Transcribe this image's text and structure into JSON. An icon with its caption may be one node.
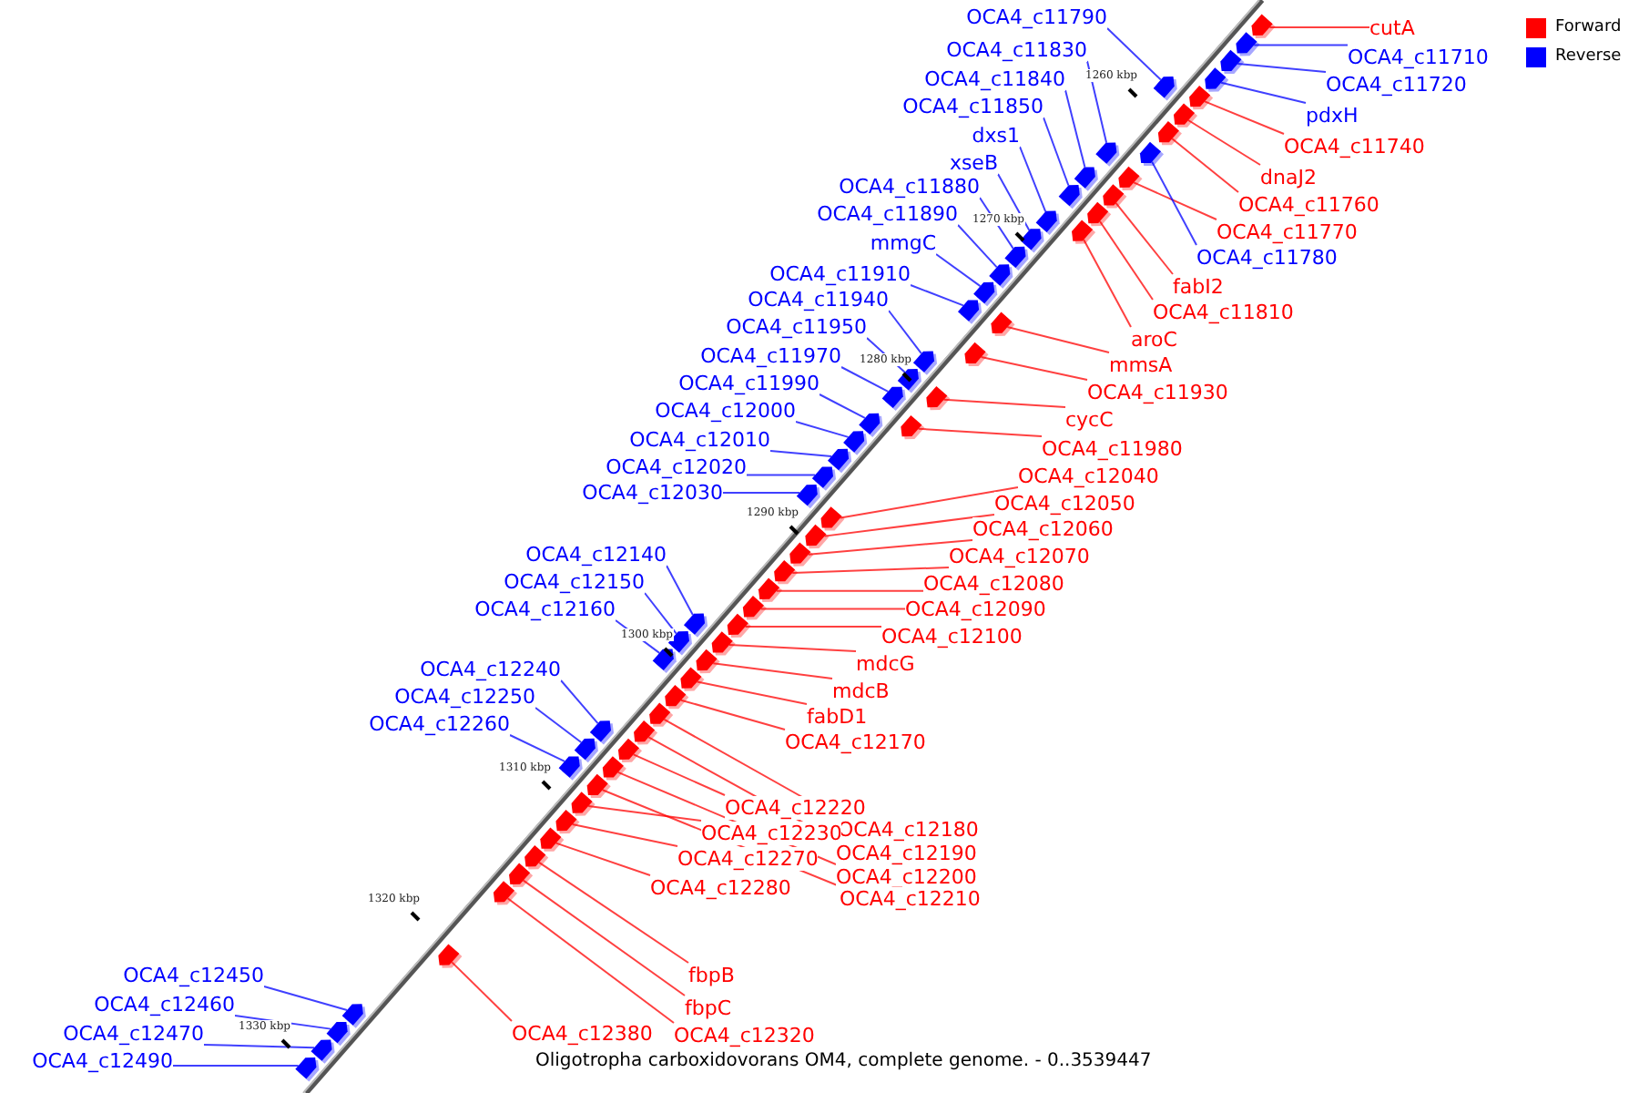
{
  "diagram": {
    "caption": "Oligotropha carboxidovorans OM4, complete genome. - 0..3539447",
    "nodes": [
      {
        "text": [
          "cutA"
        ]
      },
      {
        "text": [
          "OCA4_c11790"
        ]
      },
      {
        "text": [
          "OCA4_c11710"
        ]
      },
      {
        "text": [
          "OCA4_c11830"
        ]
      },
      {
        "text": [
          "OCA4_c11840"
        ]
      },
      {
        "text": [
          "OCA4_c11720"
        ]
      },
      {
        "text": [
          "OCA4_c11850"
        ]
      },
      {
        "text": [
          "pdxH"
        ]
      },
      {
        "text": [
          "dxs1"
        ]
      },
      {
        "text": [
          "OCA4_c11740"
        ]
      },
      {
        "text": [
          "xseB"
        ]
      },
      {
        "text": [
          "dnaJ2"
        ]
      },
      {
        "text": [
          "OCA4_c11880"
        ]
      },
      {
        "text": [
          "OCA4_c11760"
        ]
      },
      {
        "text": [
          "OCA4_c11890"
        ]
      },
      {
        "text": [
          "OCA4_c11770"
        ]
      },
      {
        "text": [
          "mmgC"
        ]
      },
      {
        "text": [
          "OCA4_c11780"
        ]
      },
      {
        "text": [
          "OCA4_c11910"
        ]
      },
      {
        "text": [
          "fabI2"
        ]
      },
      {
        "text": [
          "OCA4_c11940"
        ]
      },
      {
        "text": [
          "OCA4_c11810"
        ]
      },
      {
        "text": [
          "OCA4_c11950"
        ]
      },
      {
        "text": [
          "aroC"
        ]
      },
      {
        "text": [
          "OCA4_c11970"
        ]
      },
      {
        "text": [
          "mmsA"
        ]
      },
      {
        "text": [
          "OCA4_c11990"
        ]
      },
      {
        "text": [
          "OCA4_c11930"
        ]
      },
      {
        "text": [
          "OCA4_c12000"
        ]
      },
      {
        "text": [
          "cycC"
        ]
      },
      {
        "text": [
          "OCA4_c12010"
        ]
      },
      {
        "text": [
          "OCA4_c11980"
        ]
      },
      {
        "text": [
          "OCA4_c12020"
        ]
      },
      {
        "text": [
          "OCA4_c12040"
        ]
      },
      {
        "text": [
          "OCA4_c12030"
        ]
      },
      {
        "text": [
          "OCA4_c12050"
        ]
      },
      {
        "text": [
          "OCA4_c12060"
        ]
      },
      {
        "text": [
          "OCA4_c12140"
        ]
      },
      {
        "text": [
          "OCA4_c12070"
        ]
      },
      {
        "text": [
          "OCA4_c12150"
        ]
      },
      {
        "text": [
          "OCA4_c12080"
        ]
      },
      {
        "text": [
          "OCA4_c12160"
        ]
      },
      {
        "text": [
          "OCA4_c12090"
        ]
      },
      {
        "text": [
          "OCA4_c12100"
        ]
      },
      {
        "text": [
          "mdcG"
        ]
      },
      {
        "text": [
          "OCA4_c12240"
        ]
      },
      {
        "text": [
          "mdcB"
        ]
      },
      {
        "text": [
          "OCA4_c12250"
        ]
      },
      {
        "text": [
          "fabD1"
        ]
      },
      {
        "text": [
          "OCA4_c12260"
        ]
      },
      {
        "text": [
          "OCA4_c12170"
        ]
      },
      {
        "text": [
          "OCA4_c12220"
        ]
      },
      {
        "text": [
          "OCA4_c12180"
        ]
      },
      {
        "text": [
          "OCA4_c12230"
        ]
      },
      {
        "text": [
          "OCA4_c12190"
        ]
      },
      {
        "text": [
          "OCA4_c12270"
        ]
      },
      {
        "text": [
          "OCA4_c12200"
        ]
      },
      {
        "text": [
          "OCA4_c12280"
        ]
      },
      {
        "text": [
          "OCA4_c12210"
        ]
      },
      {
        "text": [
          "fbpB"
        ]
      },
      {
        "text": [
          "OCA4_c12450"
        ]
      },
      {
        "text": [
          "OCA4_c12460"
        ]
      },
      {
        "text": [
          "fbpC"
        ]
      },
      {
        "text": [
          "OCA4_c12380"
        ]
      },
      {
        "text": [
          "OCA4_c12470"
        ]
      },
      {
        "text": [
          "OCA4_c12320"
        ]
      },
      {
        "text": [
          "OCA4_c12490"
        ]
      },
      {
        "text": [],
        "shape": "arrow"
      },
      {
        "text": [],
        "shape": "arrow"
      },
      {
        "text": [],
        "shape": "arrow"
      },
      {
        "text": [],
        "shape": "arrow"
      },
      {
        "text": [],
        "shape": "arrow"
      },
      {
        "text": [],
        "shape": "arrow"
      },
      {
        "text": [],
        "shape": "arrow"
      },
      {
        "text": [],
        "shape": "arrow"
      },
      {
        "text": [],
        "shape": "arrow"
      },
      {
        "text": [],
        "shape": "arrow"
      },
      {
        "text": [],
        "shape": "arrow"
      },
      {
        "text": [],
        "shape": "arrow"
      },
      {
        "text": [],
        "shape": "arrow"
      },
      {
        "text": [],
        "shape": "arrow"
      },
      {
        "text": [],
        "shape": "arrow"
      },
      {
        "text": [],
        "shape": "arrow"
      },
      {
        "text": [],
        "shape": "arrow"
      },
      {
        "text": [],
        "shape": "arrow"
      },
      {
        "text": [],
        "shape": "arrow"
      },
      {
        "text": [],
        "shape": "arrow"
      },
      {
        "text": [],
        "shape": "arrow"
      },
      {
        "text": [],
        "shape": "arrow"
      },
      {
        "text": [],
        "shape": "arrow"
      },
      {
        "text": [],
        "shape": "arrow"
      },
      {
        "text": [],
        "shape": "arrow"
      },
      {
        "text": [],
        "shape": "arrow"
      },
      {
        "text": [],
        "shape": "arrow"
      },
      {
        "text": [],
        "shape": "arrow"
      },
      {
        "text": [],
        "shape": "arrow"
      },
      {
        "text": [],
        "shape": "arrow"
      },
      {
        "text": [],
        "shape": "arrow"
      },
      {
        "text": [],
        "shape": "arrow"
      },
      {
        "text": [],
        "shape": "arrow"
      },
      {
        "text": [],
        "shape": "arrow"
      },
      {
        "text": [],
        "shape": "arrow"
      },
      {
        "text": [],
        "shape": "arrow"
      },
      {
        "text": [],
        "shape": "arrow"
      },
      {
        "text": [],
        "shape": "arrow"
      },
      {
        "text": [],
        "shape": "arrow"
      },
      {
        "text": [],
        "shape": "arrow"
      },
      {
        "text": [],
        "shape": "arrow"
      },
      {
        "text": [],
        "shape": "arrow"
      },
      {
        "text": [],
        "shape": "arrow"
      },
      {
        "text": [],
        "shape": "arrow"
      },
      {
        "text": [],
        "shape": "arrow"
      },
      {
        "text": [],
        "shape": "arrow"
      },
      {
        "text": [],
        "shape": "arrow"
      },
      {
        "text": [],
        "shape": "arrow"
      },
      {
        "text": [],
        "shape": "arrow"
      },
      {
        "text": [],
        "shape": "arrow"
      },
      {
        "text": [],
        "shape": "arrow"
      },
      {
        "text": [],
        "shape": "arrow"
      },
      {
        "text": [],
        "shape": "arrow"
      },
      {
        "text": [],
        "shape": "arrow"
      },
      {
        "text": [],
        "shape": "arrow"
      },
      {
        "text": [],
        "shape": "arrow"
      },
      {
        "text": [],
        "shape": "arrow"
      },
      {
        "text": [],
        "shape": "arrow"
      },
      {
        "text": [],
        "shape": "arrow"
      },
      {
        "text": [],
        "shape": "arrow"
      },
      {
        "text": [],
        "shape": "arrow"
      },
      {
        "text": [],
        "shape": "arrow"
      },
      {
        "text": [],
        "shape": "arrow"
      },
      {
        "text": [],
        "shape": "arrow"
      },
      {
        "text": [],
        "shape": "arrow"
      },
      {
        "text": [],
        "shape": "arrow"
      },
      {
        "text": [],
        "shape": "arrow"
      }
    ],
    "edges": [
      {
        "from": 0,
        "to": 67,
        "arrow": "none"
      },
      {
        "from": 1,
        "to": 71,
        "arrow": "none",
        "color": "#0000ff"
      },
      {
        "from": 2,
        "to": 68,
        "arrow": "none",
        "color": "#0000ff"
      },
      {
        "from": 3,
        "to": 75,
        "arrow": "none",
        "color": "#0000ff"
      },
      {
        "from": 4,
        "to": 77,
        "arrow": "none",
        "color": "#0000ff"
      },
      {
        "from": 5,
        "to": 69,
        "arrow": "none",
        "color": "#0000ff"
      },
      {
        "from": 6,
        "to": 79,
        "arrow": "none",
        "color": "#0000ff"
      },
      {
        "from": 7,
        "to": 70,
        "arrow": "none",
        "color": "#0000ff"
      },
      {
        "from": 8,
        "to": 82,
        "arrow": "none",
        "color": "#0000ff"
      },
      {
        "from": 9,
        "to": 72,
        "arrow": "none"
      },
      {
        "from": 10,
        "to": 84,
        "arrow": "none",
        "color": "#0000ff"
      },
      {
        "from": 11,
        "to": 73,
        "arrow": "none"
      },
      {
        "from": 12,
        "to": 85,
        "arrow": "none",
        "color": "#0000ff"
      },
      {
        "from": 13,
        "to": 74,
        "arrow": "none"
      },
      {
        "from": 14,
        "to": 86,
        "arrow": "none",
        "color": "#0000ff"
      },
      {
        "from": 15,
        "to": 78,
        "arrow": "none"
      },
      {
        "from": 16,
        "to": 87,
        "arrow": "none",
        "color": "#0000ff"
      },
      {
        "from": 17,
        "to": 76,
        "arrow": "none",
        "color": "#0000ff"
      },
      {
        "from": 18,
        "to": 88,
        "arrow": "none",
        "color": "#0000ff"
      },
      {
        "from": 19,
        "to": 80,
        "arrow": "none"
      },
      {
        "from": 20,
        "to": 91,
        "arrow": "none",
        "color": "#0000ff"
      },
      {
        "from": 21,
        "to": 81,
        "arrow": "none"
      },
      {
        "from": 22,
        "to": 92,
        "arrow": "none",
        "color": "#0000ff"
      },
      {
        "from": 23,
        "to": 83,
        "arrow": "none"
      },
      {
        "from": 24,
        "to": 93,
        "arrow": "none",
        "color": "#0000ff"
      },
      {
        "from": 25,
        "to": 89,
        "arrow": "none"
      },
      {
        "from": 26,
        "to": 95,
        "arrow": "none",
        "color": "#0000ff"
      },
      {
        "from": 27,
        "to": 90,
        "arrow": "none"
      },
      {
        "from": 28,
        "to": 97,
        "arrow": "none",
        "color": "#0000ff"
      },
      {
        "from": 29,
        "to": 94,
        "arrow": "none"
      },
      {
        "from": 30,
        "to": 98,
        "arrow": "none",
        "color": "#0000ff"
      },
      {
        "from": 31,
        "to": 96,
        "arrow": "none"
      },
      {
        "from": 32,
        "to": 99,
        "arrow": "none",
        "color": "#0000ff"
      },
      {
        "from": 33,
        "to": 101,
        "arrow": "none"
      },
      {
        "from": 34,
        "to": 100,
        "arrow": "none",
        "color": "#0000ff"
      },
      {
        "from": 35,
        "to": 102,
        "arrow": "none"
      },
      {
        "from": 36,
        "to": 103,
        "arrow": "none"
      },
      {
        "from": 37,
        "to": 107,
        "arrow": "none",
        "color": "#0000ff"
      },
      {
        "from": 38,
        "to": 104,
        "arrow": "none"
      },
      {
        "from": 39,
        "to": 109,
        "arrow": "none",
        "color": "#0000ff"
      },
      {
        "from": 40,
        "to": 105,
        "arrow": "none"
      },
      {
        "from": 41,
        "to": 111,
        "arrow": "none",
        "color": "#0000ff"
      },
      {
        "from": 42,
        "to": 106,
        "arrow": "none"
      },
      {
        "from": 43,
        "to": 108,
        "arrow": "none"
      },
      {
        "from": 44,
        "to": 110,
        "arrow": "none"
      },
      {
        "from": 45,
        "to": 116,
        "arrow": "none",
        "color": "#0000ff"
      },
      {
        "from": 46,
        "to": 112,
        "arrow": "none"
      },
      {
        "from": 47,
        "to": 118,
        "arrow": "none",
        "color": "#0000ff"
      },
      {
        "from": 48,
        "to": 113,
        "arrow": "none"
      },
      {
        "from": 49,
        "to": 120,
        "arrow": "none",
        "color": "#0000ff"
      },
      {
        "from": 50,
        "to": 114,
        "arrow": "none"
      },
      {
        "from": 51,
        "to": 119,
        "arrow": "none"
      },
      {
        "from": 52,
        "to": 115,
        "arrow": "none"
      },
      {
        "from": 53,
        "to": 123,
        "arrow": "none"
      },
      {
        "from": 54,
        "to": 117,
        "arrow": "none"
      },
      {
        "from": 55,
        "to": 124,
        "arrow": "none"
      },
      {
        "from": 56,
        "to": 121,
        "arrow": "none"
      },
      {
        "from": 57,
        "to": 125,
        "arrow": "none"
      },
      {
        "from": 58,
        "to": 122,
        "arrow": "none"
      },
      {
        "from": 59,
        "to": 126,
        "arrow": "none"
      },
      {
        "from": 60,
        "to": 130,
        "arrow": "none",
        "color": "#0000ff"
      },
      {
        "from": 61,
        "to": 131,
        "arrow": "none",
        "color": "#0000ff"
      },
      {
        "from": 62,
        "to": 127,
        "arrow": "none"
      },
      {
        "from": 63,
        "to": 129,
        "arrow": "none"
      },
      {
        "from": 64,
        "to": 132,
        "arrow": "none",
        "color": "#0000ff"
      },
      {
        "from": 65,
        "to": 128,
        "arrow": "none"
      },
      {
        "from": 66,
        "to": 133,
        "arrow": "none",
        "color": "#0000ff"
      }
    ],
    "labels": [
      "1260 kbp",
      "1270 kbp",
      "1280 kbp",
      "1290 kbp",
      "1300 kbp",
      "1310 kbp",
      "1320 kbp",
      "1330 kbp"
    ],
    "legend": [
      {
        "text": "Forward",
        "color": "#ff0000"
      },
      {
        "text": "Reverse",
        "color": "#0000ff"
      }
    ]
  }
}
